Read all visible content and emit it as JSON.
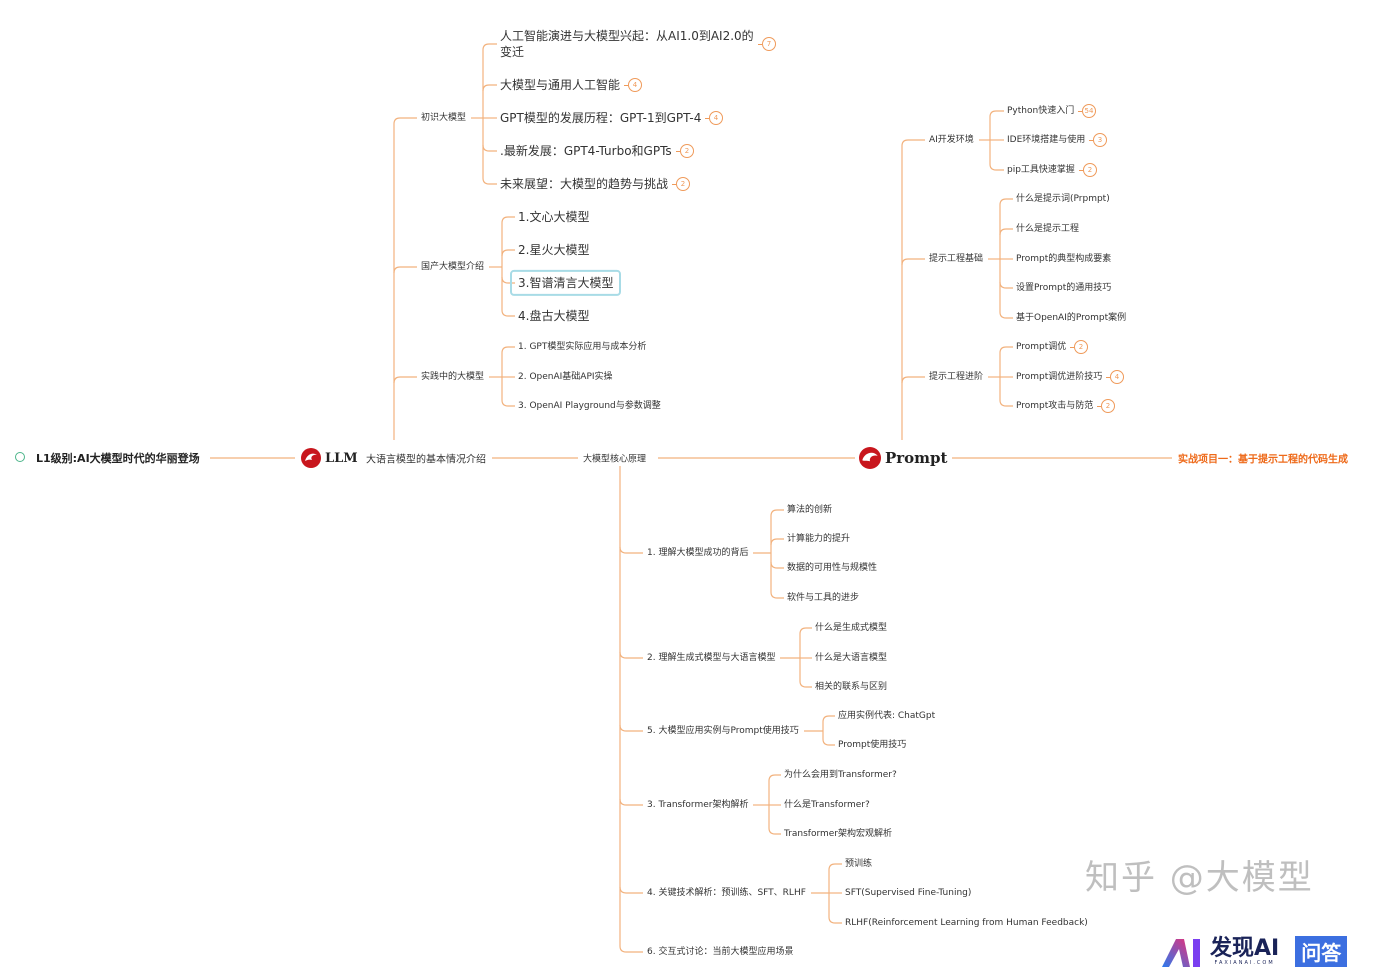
{
  "root": {
    "label": "L1级别:AI大模型时代的华丽登场"
  },
  "llm": {
    "logo_text": "LLM",
    "label": "大语言模型的基本情况介绍"
  },
  "core": {
    "label": "大模型核心原理"
  },
  "prompt": {
    "logo_text": "Prompt"
  },
  "project": {
    "label": "实战项目一：基于提示工程的代码生成"
  },
  "llm_branches": [
    {
      "label": "初识大模型",
      "children": [
        {
          "label": "人工智能演进与大模型兴起：从AI1.0到AI2.0的\n变迁",
          "badge": "7"
        },
        {
          "label": "大模型与通用人工智能",
          "badge": "4"
        },
        {
          "label": "GPT模型的发展历程：GPT-1到GPT-4",
          "badge": "4"
        },
        {
          "label": ".最新发展：GPT4-Turbo和GPTs",
          "badge": "2"
        },
        {
          "label": "未来展望：大模型的趋势与挑战",
          "badge": "2"
        }
      ]
    },
    {
      "label": "国产大模型介绍",
      "children": [
        {
          "label": "1.文心大模型"
        },
        {
          "label": "2.星火大模型"
        },
        {
          "label": "3.智谱清言大模型",
          "selected": true
        },
        {
          "label": "4.盘古大模型"
        }
      ]
    },
    {
      "label": "实践中的大模型",
      "children": [
        {
          "label": "1. GPT模型实际应用与成本分析"
        },
        {
          "label": "2. OpenAI基础API实操"
        },
        {
          "label": "3. OpenAI Playground与参数调整"
        }
      ]
    }
  ],
  "prompt_branches": [
    {
      "label": "AI开发环境",
      "children": [
        {
          "label": "Python快速入门",
          "badge": "54"
        },
        {
          "label": "IDE环境搭建与使用",
          "badge": "3"
        },
        {
          "label": "pip工具快速掌握",
          "badge": "2"
        }
      ]
    },
    {
      "label": "提示工程基础",
      "children": [
        {
          "label": "什么是提示词(Prpmpt)"
        },
        {
          "label": "什么是提示工程"
        },
        {
          "label": "Prompt的典型构成要素"
        },
        {
          "label": "设置Prompt的通用技巧"
        },
        {
          "label": "基于OpenAI的Prompt案例"
        }
      ]
    },
    {
      "label": "提示工程进阶",
      "children": [
        {
          "label": "Prompt调优",
          "badge": "2"
        },
        {
          "label": "Prompt调优进阶技巧",
          "badge": "4"
        },
        {
          "label": "Prompt攻击与防范",
          "badge": "2"
        }
      ]
    }
  ],
  "core_branches": [
    {
      "label": "1. 理解大模型成功的背后",
      "children": [
        {
          "label": "算法的创新"
        },
        {
          "label": "计算能力的提升"
        },
        {
          "label": "数据的可用性与规模性"
        },
        {
          "label": "软件与工具的进步"
        }
      ]
    },
    {
      "label": "2. 理解生成式模型与大语言模型",
      "children": [
        {
          "label": "什么是生成式模型"
        },
        {
          "label": "什么是大语言模型"
        },
        {
          "label": "相关的联系与区别"
        }
      ]
    },
    {
      "label": "5. 大模型应用实例与Prompt使用技巧",
      "children": [
        {
          "label": "应用实例代表: ChatGpt"
        },
        {
          "label": "Prompt使用技巧"
        }
      ]
    },
    {
      "label": "3. Transformer架构解析",
      "children": [
        {
          "label": "为什么会用到Transformer?"
        },
        {
          "label": "什么是Transformer?"
        },
        {
          "label": "Transformer架构宏观解析"
        }
      ]
    },
    {
      "label": "4. 关键技术解析：预训练、SFT、RLHF",
      "children": [
        {
          "label": "预训练"
        },
        {
          "label": "SFT(Supervised Fine-Tuning)"
        },
        {
          "label": "RLHF(Reinforcement Learning from Human Feedback)"
        }
      ]
    },
    {
      "label": "6. 交互式讨论：当前大模型应用场景",
      "children": []
    }
  ],
  "watermark": {
    "text": "知乎 @大模型",
    "brand": "发现AI",
    "brand_sub": "FAXIANAI.COM",
    "tag": "问答"
  },
  "colors": {
    "line": "#f2b27e",
    "badge": "#ef9a5a",
    "project": "#ee6a1a",
    "logo_red": "#c8161d",
    "selected_border": "#a8dbe6"
  }
}
